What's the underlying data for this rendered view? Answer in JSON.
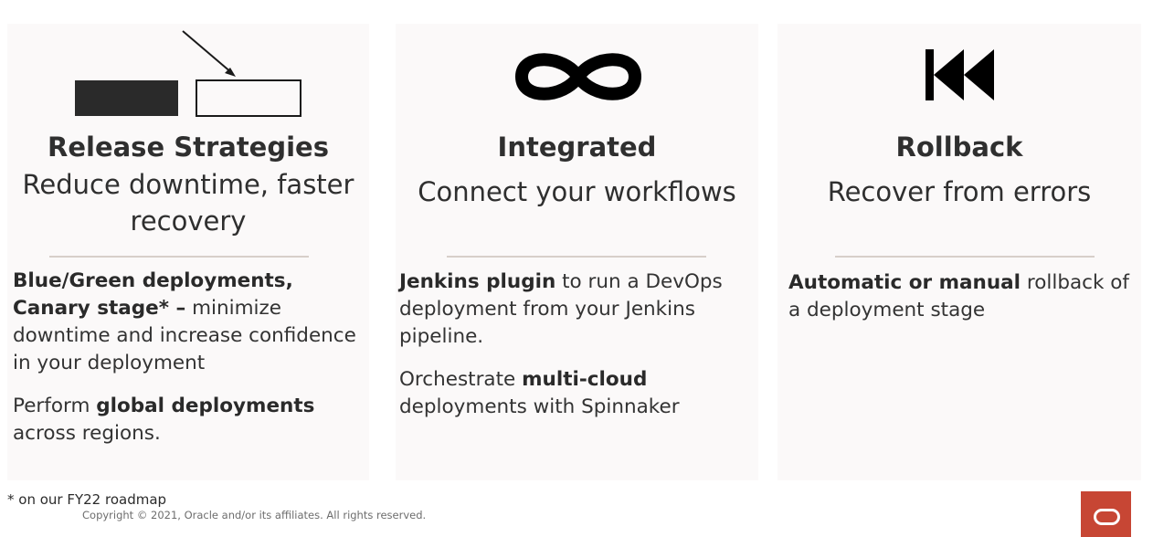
{
  "icons": {
    "release_diagram": "blue-green-release-diagram-icon",
    "integrated": "infinity-icon",
    "rollback": "rewind-icon"
  },
  "panels": [
    {
      "heading": "Release Strategies",
      "subheading": "Reduce downtime, faster recovery",
      "para1": {
        "bold": "Blue/Green deployments, Canary stage* –",
        "text": " minimize downtime and increase confidence in your deployment"
      },
      "para2": {
        "prefix": "Perform ",
        "bold": "global deployments",
        "suffix": " across regions."
      }
    },
    {
      "heading": "Integrated",
      "subheading": "Connect your workflows",
      "para1": {
        "bold": "Jenkins plugin",
        "text": " to run a DevOps deployment from your Jenkins pipeline."
      },
      "para2": {
        "prefix": "Orchestrate ",
        "bold": "multi-cloud",
        "suffix": " deployments with Spinnaker"
      }
    },
    {
      "heading": "Rollback",
      "subheading": "Recover from errors",
      "para1": {
        "bold": "Automatic or manual",
        "text": " rollback of a deployment stage"
      }
    }
  ],
  "footnote": "* on our FY22 roadmap",
  "copyright": "Copyright © 2021, Oracle and/or its affiliates. All rights reserved.",
  "colors": {
    "panel_bg": "#fbf9f9",
    "divider": "#d7cfca",
    "oracle_red": "#c74634",
    "text": "#2f2f2f"
  }
}
